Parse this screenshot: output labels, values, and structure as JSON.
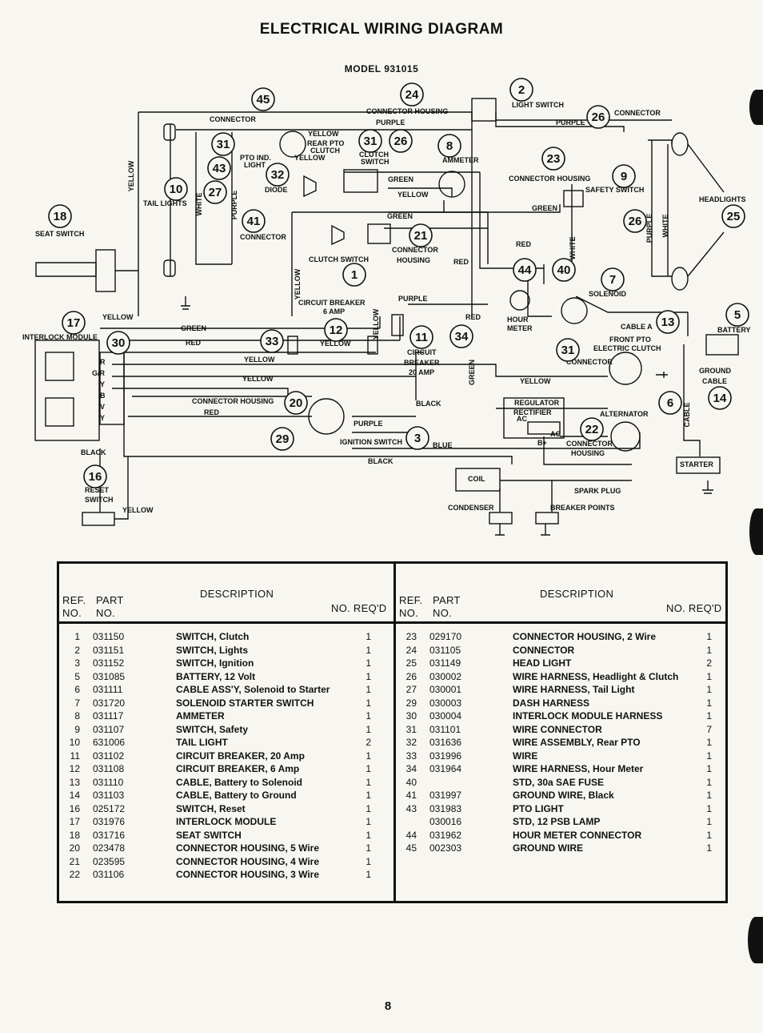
{
  "title": "ELECTRICAL WIRING DIAGRAM",
  "model": "MODEL  931015",
  "page_number": "8",
  "labels": {
    "connector_housing_24": "CONNECTOR HOUSING",
    "light_switch": "LIGHT SWITCH",
    "connector_tl": "CONNECTOR",
    "purple_top": "PURPLE",
    "purple_right": "PURPLE",
    "connector_26": "CONNECTOR",
    "yellow_top": "YELLOW",
    "rear_pto_1": "REAR PTO",
    "rear_pto_2": "CLUTCH",
    "pto_ind_1": "PTO IND.",
    "pto_ind_2": "LIGHT",
    "yellow_pto": "YELLOW",
    "clutch_switch_1": "CLUTCH",
    "clutch_switch_2": "SWITCH",
    "ammeter": "AMMETER",
    "green_1": "GREEN",
    "yellow_mid": "YELLOW",
    "diode": "DIODE",
    "tail_lights": "TAIL LIGHTS",
    "white_left": "WHITE",
    "purple_left": "PURPLE",
    "yellow_vert": "YELLOW",
    "connector_housing_23": "CONNECTOR HOUSING",
    "safety_switch": "SAFETY SWITCH",
    "green_right": "GREEN",
    "headlights": "HEADLIGHTS",
    "purple_vr": "PURPLE",
    "white_vr": "WHITE",
    "white_vm": "WHITE",
    "seat_switch": "SEAT SWITCH",
    "connector_41": "CONNECTOR",
    "green_2": "GREEN",
    "connector_housing_21a": "CONNECTOR",
    "connector_housing_21b": "HOUSING",
    "red_1": "RED",
    "red_2": "RED",
    "clutch_switch_mid": "CLUTCH SWITCH",
    "cb6_1": "CIRCUIT BREAKER",
    "cb6_2": "6 AMP",
    "yellow_cb": "YELLOW",
    "yellow_cb2": "YELLOW",
    "purple_mid": "PURPLE",
    "red_mid": "RED",
    "solenoid": "SOLENOID",
    "hour_meter_1": "HOUR",
    "hour_meter_2": "METER",
    "cable_a": "CABLE A",
    "battery": "BATTERY",
    "yellow_left": "YELLOW",
    "interlock_module": "INTERLOCK MODULE",
    "green_3": "GREEN",
    "red_3": "RED",
    "yellow_12": "YELLOW",
    "yellow_4": "YELLOW",
    "yellow_5": "YELLOW",
    "cb20_1": "CIRCUIT",
    "cb20_2": "BREAKER",
    "cb20_3": "20 AMP",
    "green_v": "GREEN",
    "front_pto_1": "FRONT PTO",
    "front_pto_2": "ELECTRIC CLUTCH",
    "connector_31b": "CONNECTOR",
    "yellow_right": "YELLOW",
    "ground_cable_1": "GROUND",
    "ground_cable_2": "CABLE",
    "connector_housing_20": "CONNECTOR HOUSING",
    "black_1": "BLACK",
    "red_4": "RED",
    "purple_4": "PURPLE",
    "ignition_switch": "IGNITION SWITCH",
    "blue": "BLUE",
    "regulator_1": "REGULATOR",
    "regulator_2": "RECTIFIER",
    "alternator": "ALTERNATOR",
    "cable_v": "CABLE",
    "connector_22a": "CONNECTOR",
    "connector_22b": "HOUSING",
    "starter": "STARTER",
    "black_2": "BLACK",
    "black_3": "BLACK",
    "coil": "COIL",
    "spark_plug": "SPARK PLUG",
    "reset_1": "RESET",
    "reset_2": "SWITCH",
    "yellow_reset": "YELLOW",
    "condenser": "CONDENSER",
    "breaker_points": "BREAKER POINTS",
    "pin_r": "R",
    "pin_gr": "G/R",
    "pin_y1": "Y",
    "pin_b": "B",
    "pin_v": "V",
    "pin_y2": "Y",
    "ac_1": "AC",
    "ac_2": "AC",
    "b_plus": "B+"
  },
  "callouts": [
    "45",
    "24",
    "2",
    "26",
    "31",
    "26",
    "8",
    "23",
    "31",
    "43",
    "32",
    "10",
    "27",
    "18",
    "41",
    "9",
    "26",
    "25",
    "21",
    "44",
    "40",
    "7",
    "1",
    "13",
    "5",
    "17",
    "30",
    "33",
    "12",
    "11",
    "34",
    "31",
    "6",
    "14",
    "20",
    "22",
    "29",
    "3",
    "16"
  ],
  "parts_table": {
    "headers": {
      "ref": "REF.",
      "no": "NO.",
      "part": "PART",
      "part_no": "NO.",
      "description": "DESCRIPTION",
      "qty": "NO. REQ'D"
    },
    "left": [
      {
        "ref": "1",
        "part": "031150",
        "desc": "SWITCH, Clutch",
        "qty": "1"
      },
      {
        "ref": "2",
        "part": "031151",
        "desc": "SWITCH, Lights",
        "qty": "1"
      },
      {
        "ref": "3",
        "part": "031152",
        "desc": "SWITCH, Ignition",
        "qty": "1"
      },
      {
        "ref": "5",
        "part": "031085",
        "desc": "BATTERY, 12 Volt",
        "qty": "1"
      },
      {
        "ref": "6",
        "part": "031111",
        "desc": "CABLE ASS'Y, Solenoid to Starter",
        "qty": "1"
      },
      {
        "ref": "7",
        "part": "031720",
        "desc": "SOLENOID STARTER SWITCH",
        "qty": "1"
      },
      {
        "ref": "8",
        "part": "031117",
        "desc": "AMMETER",
        "qty": "1"
      },
      {
        "ref": "9",
        "part": "031107",
        "desc": "SWITCH, Safety",
        "qty": "1"
      },
      {
        "ref": "10",
        "part": "631006",
        "desc": "TAIL LIGHT",
        "qty": "2"
      },
      {
        "ref": "11",
        "part": "031102",
        "desc": "CIRCUIT BREAKER, 20 Amp",
        "qty": "1"
      },
      {
        "ref": "12",
        "part": "031108",
        "desc": "CIRCUIT BREAKER, 6 Amp",
        "qty": "1"
      },
      {
        "ref": "13",
        "part": "031110",
        "desc": "CABLE, Battery to Solenoid",
        "qty": "1"
      },
      {
        "ref": "14",
        "part": "031103",
        "desc": "CABLE, Battery to Ground",
        "qty": "1"
      },
      {
        "ref": "16",
        "part": "025172",
        "desc": "SWITCH, Reset",
        "qty": "1"
      },
      {
        "ref": "17",
        "part": "031976",
        "desc": "INTERLOCK MODULE",
        "qty": "1"
      },
      {
        "ref": "18",
        "part": "031716",
        "desc": "SEAT SWITCH",
        "qty": "1"
      },
      {
        "ref": "20",
        "part": "023478",
        "desc": "CONNECTOR HOUSING, 5 Wire",
        "qty": "1"
      },
      {
        "ref": "21",
        "part": "023595",
        "desc": "CONNECTOR HOUSING, 4 Wire",
        "qty": "1"
      },
      {
        "ref": "22",
        "part": "031106",
        "desc": "CONNECTOR HOUSING, 3 Wire",
        "qty": "1"
      }
    ],
    "right": [
      {
        "ref": "23",
        "part": "029170",
        "desc": "CONNECTOR HOUSING, 2 Wire",
        "qty": "1"
      },
      {
        "ref": "24",
        "part": "031105",
        "desc": "CONNECTOR",
        "qty": "1"
      },
      {
        "ref": "25",
        "part": "031149",
        "desc": "HEAD LIGHT",
        "qty": "2"
      },
      {
        "ref": "26",
        "part": "030002",
        "desc": "WIRE HARNESS, Headlight & Clutch",
        "qty": "1"
      },
      {
        "ref": "27",
        "part": "030001",
        "desc": "WIRE HARNESS, Tail Light",
        "qty": "1"
      },
      {
        "ref": "29",
        "part": "030003",
        "desc": "DASH HARNESS",
        "qty": "1"
      },
      {
        "ref": "30",
        "part": "030004",
        "desc": "INTERLOCK MODULE HARNESS",
        "qty": "1"
      },
      {
        "ref": "31",
        "part": "031101",
        "desc": "WIRE CONNECTOR",
        "qty": "7"
      },
      {
        "ref": "32",
        "part": "031636",
        "desc": "WIRE ASSEMBLY, Rear PTO",
        "qty": "1"
      },
      {
        "ref": "33",
        "part": "031996",
        "desc": "WIRE",
        "qty": "1"
      },
      {
        "ref": "34",
        "part": "031964",
        "desc": "WIRE HARNESS, Hour Meter",
        "qty": "1"
      },
      {
        "ref": "40",
        "part": "",
        "desc": "STD, 30a SAE FUSE",
        "qty": "1"
      },
      {
        "ref": "41",
        "part": "031997",
        "desc": "GROUND WIRE, Black",
        "qty": "1"
      },
      {
        "ref": "43",
        "part": "031983",
        "desc": "PTO LIGHT",
        "qty": "1"
      },
      {
        "ref": "",
        "part": "030016",
        "desc": "STD, 12 PSB LAMP",
        "qty": "1"
      },
      {
        "ref": "44",
        "part": "031962",
        "desc": "HOUR METER CONNECTOR",
        "qty": "1"
      },
      {
        "ref": "45",
        "part": "002303",
        "desc": "GROUND WIRE",
        "qty": "1"
      }
    ]
  }
}
